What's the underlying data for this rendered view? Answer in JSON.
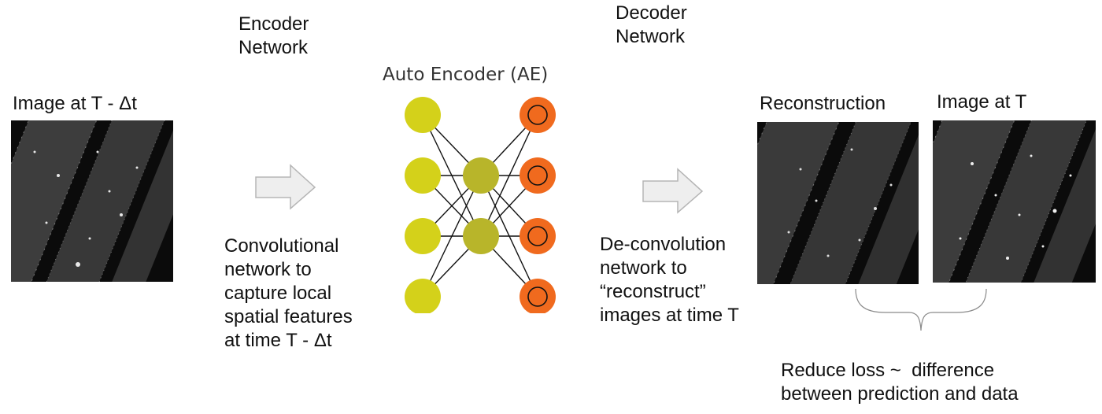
{
  "encoder_label": [
    "Encoder",
    "Network"
  ],
  "decoder_label": [
    "Decoder",
    "Network"
  ],
  "ae_title": "Auto Encoder (AE)",
  "input_image_label": "Image at T - Δt",
  "reconstruction_label": "Reconstruction",
  "target_image_label": "Image at T",
  "encoder_description": [
    "Convolutional",
    "network to",
    "capture local",
    "spatial features",
    "at time T - Δt"
  ],
  "decoder_description": [
    "De-convolution",
    "network to",
    "“reconstruct”",
    "images at time T"
  ],
  "loss_note": [
    "Reduce loss ~  difference",
    "between prediction and data"
  ],
  "colors": {
    "input_node": "#d4d11a",
    "hidden_node": "#b8b52a",
    "output_node": "#f06a1e",
    "arrow_fill": "#eeeeee",
    "arrow_stroke": "#b5b5b5"
  },
  "network_layers": {
    "input": 4,
    "hidden": 2,
    "output": 4
  }
}
